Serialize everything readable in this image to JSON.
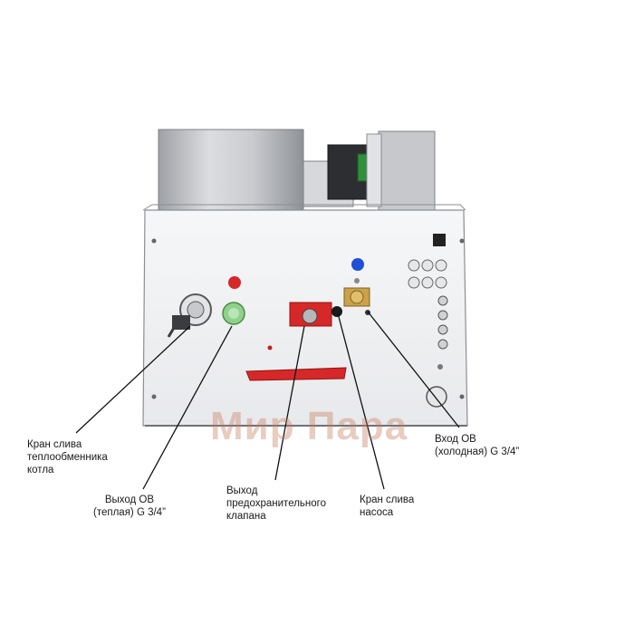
{
  "watermark": {
    "text": "Мир Пара"
  },
  "callouts": [
    {
      "id": "heat-exchanger-drain",
      "text": "Кран слива\nтеплообменника\nкотла"
    },
    {
      "id": "warm-outlet",
      "text": "Выход ОВ\n(теплая) G 3/4”"
    },
    {
      "id": "safety-valve-outlet",
      "text": "Выход\nпредохранительного\nклапана"
    },
    {
      "id": "pump-drain",
      "text": "Кран слива\nнасоса"
    },
    {
      "id": "cold-inlet",
      "text": "Вход ОВ\n(холодная) G 3/4”"
    }
  ],
  "colors": {
    "panel": "#f1f2f4",
    "panel_stroke": "#8b8e94",
    "red_marker": "#d62828",
    "blue_marker": "#1f4fd6",
    "green_fitting": "#8fd18a",
    "brass_fitting": "#c9a24a"
  }
}
